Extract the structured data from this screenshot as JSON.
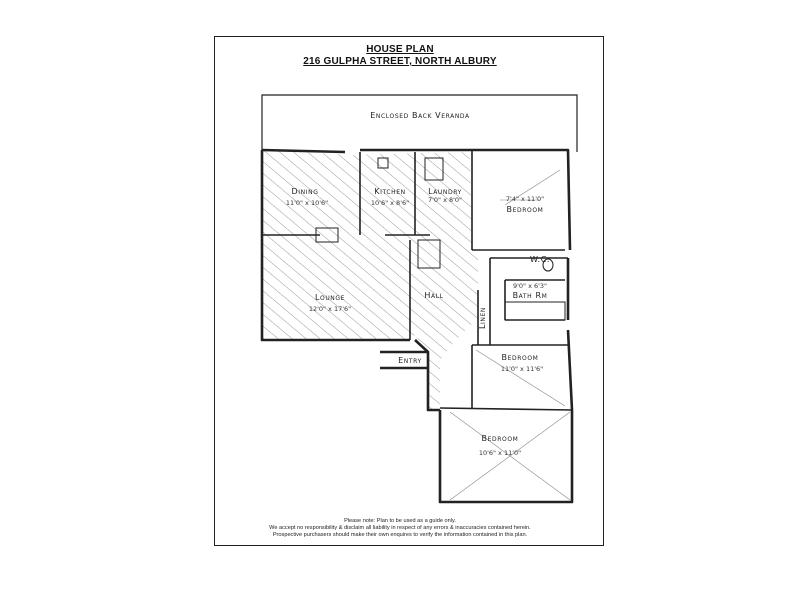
{
  "header": {
    "title": "HOUSE PLAN",
    "address": "216 GULPHA STREET, NORTH ALBURY"
  },
  "rooms": {
    "veranda": "Enclosed Back Veranda",
    "dining": "Dining",
    "dining_dim": "11'0\" x 10'6\"",
    "kitchen": "Kitchen",
    "kitchen_dim": "10'6\" x 8'6\"",
    "laundry": "Laundry",
    "laundry_dim": "7'0\" x 8'0\"",
    "bedroom1": "Bedroom",
    "bedroom1_dim": "7'4\" x 11'0\"",
    "wc": "W.C.",
    "bath": "Bath Rm",
    "bath_dim": "9'0\" x 6'3\"",
    "lounge": "Lounge",
    "lounge_dim": "12'0\" x 17'6\"",
    "hall": "Hall",
    "linen": "Linen",
    "entry": "Entry",
    "bedroom2": "Bedroom",
    "bedroom2_dim": "11'0\" x 11'6\"",
    "bedroom3": "Bedroom",
    "bedroom3_dim": "10'6\" x 11'0\""
  },
  "footer": {
    "line1": "Please note:  Plan to be used as a guide only.",
    "line2": "We accept no responsibility & disclaim all liability in respect of any errors & inaccuracies contained herein.",
    "line3": "Prospective purchasers should make their own enquires to verify the information contained in this plan."
  }
}
